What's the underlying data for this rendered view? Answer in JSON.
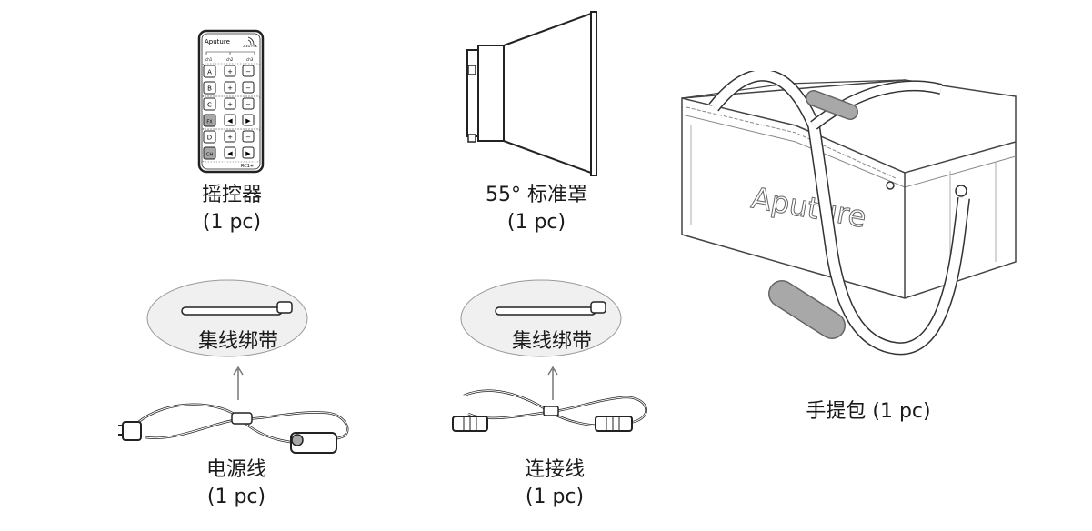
{
  "remote": {
    "name": "摇控器",
    "qty": "(1 pc)",
    "brand": "Aputure",
    "band": "2.4G FSK",
    "channels": [
      "ch1",
      "ch2",
      "ch3"
    ],
    "rows": [
      "A",
      "B",
      "C",
      "FX",
      "D",
      "CH"
    ],
    "model": "RC1+"
  },
  "reflector": {
    "name": "55° 标准罩",
    "qty": "(1 pc)"
  },
  "bag": {
    "name": "手提包 (1 pc)",
    "brand": "Aputure"
  },
  "power_cable": {
    "name": "电源线",
    "qty": "(1 pc)",
    "tie_label": "集线绑带"
  },
  "connection_cable": {
    "name": "连接线",
    "qty": "(1 pc)",
    "tie_label": "集线绑带"
  },
  "colors": {
    "stroke": "#222222",
    "gray_fill": "#a8a8a8",
    "ellipse_fill": "#f0f0f0"
  }
}
